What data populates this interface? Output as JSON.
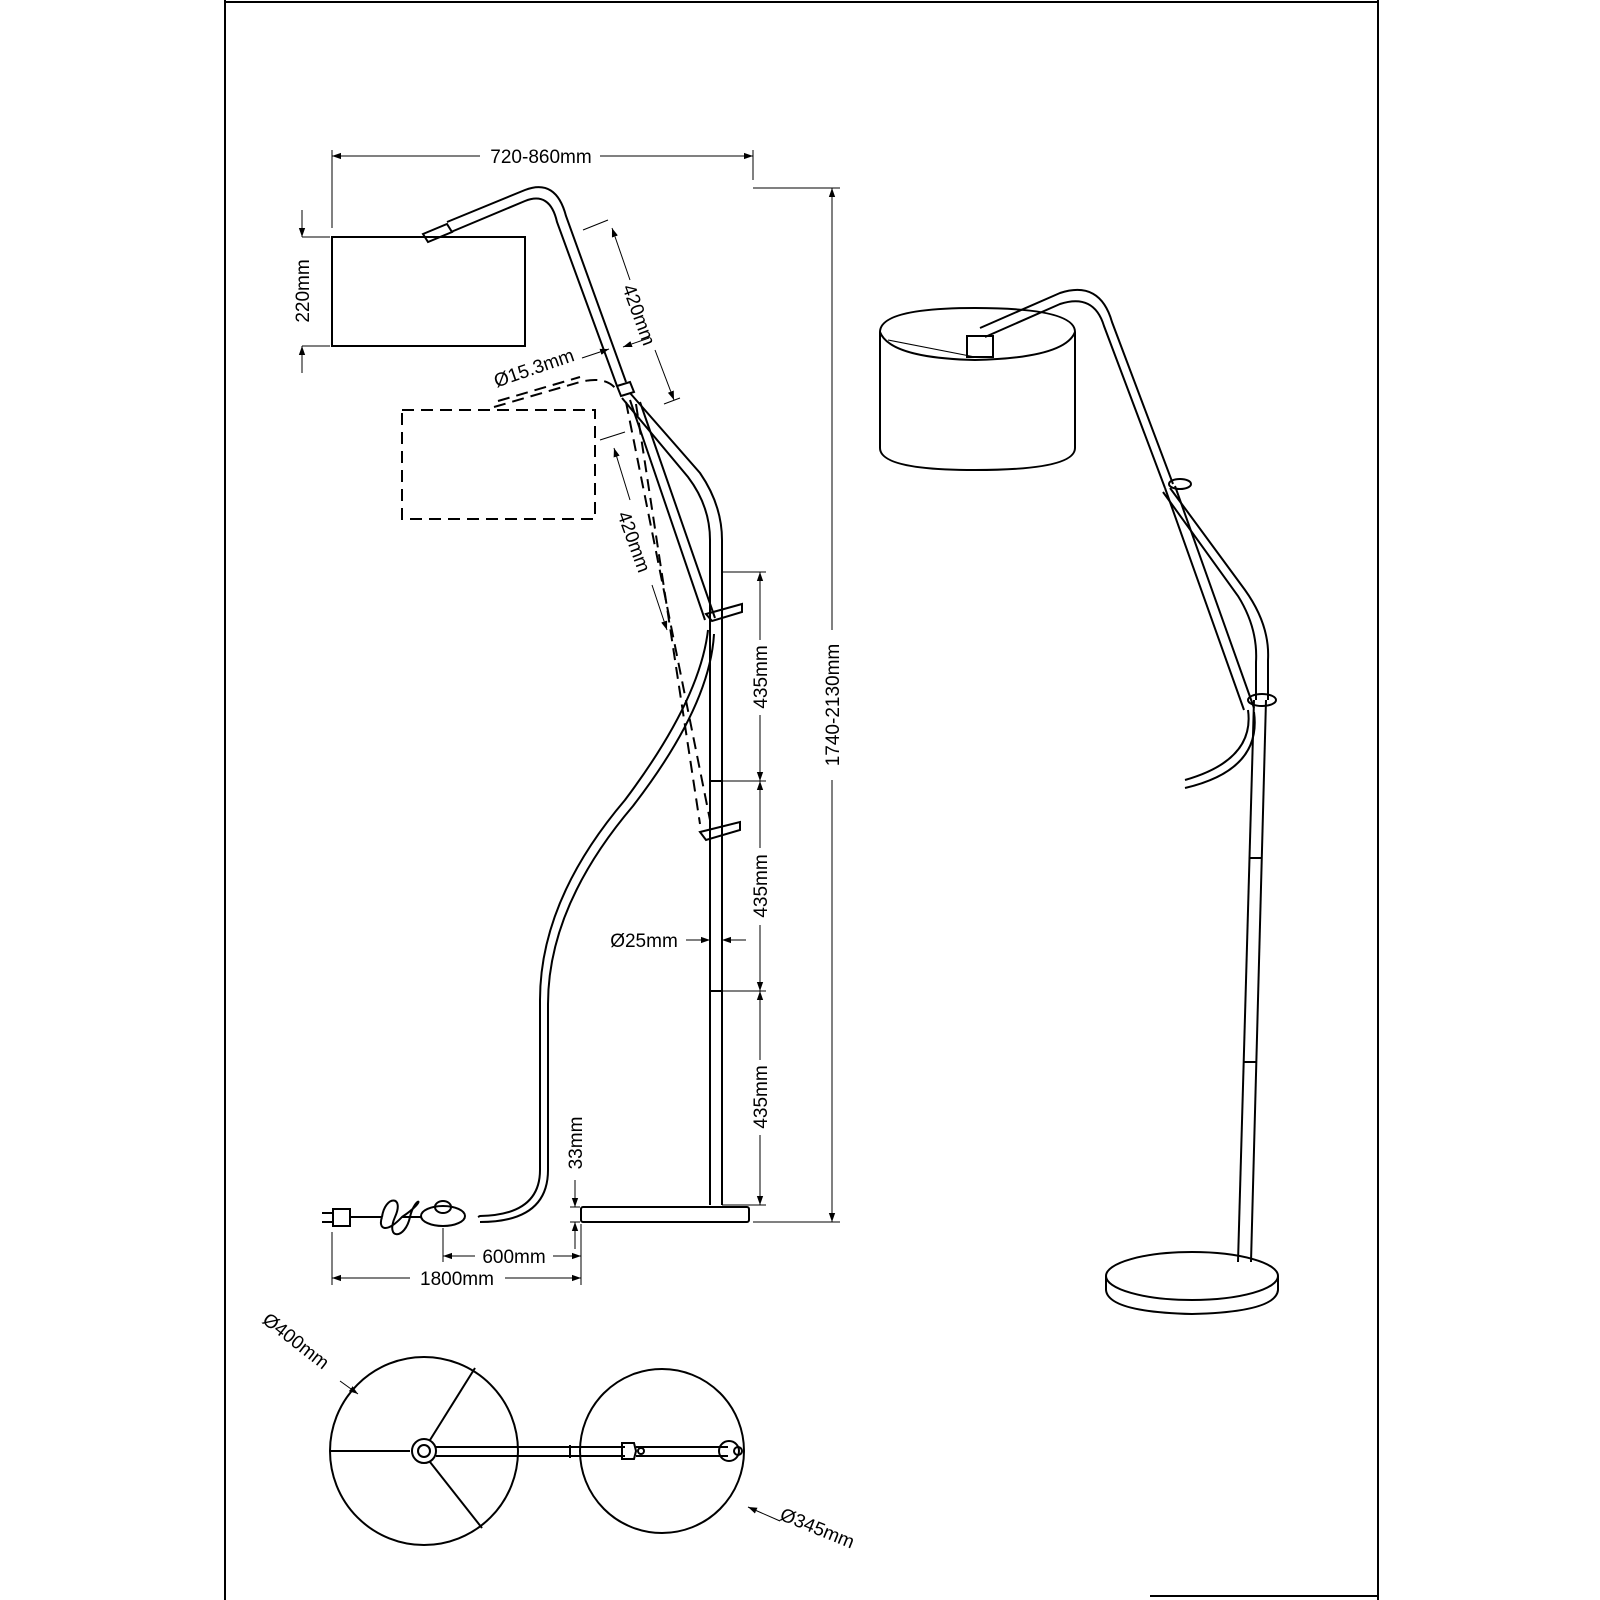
{
  "dimensions": {
    "arm_reach": "720-860mm",
    "shade_height": "220mm",
    "arm_segment_upper": "420mm",
    "arm_segment_lower": "420mm",
    "arm_diameter": "Ø15.3mm",
    "pole_segment_1": "435mm",
    "pole_segment_2": "435mm",
    "pole_segment_3": "435mm",
    "pole_diameter": "Ø25mm",
    "total_height": "1740-2130mm",
    "base_height": "33mm",
    "switch_distance": "600mm",
    "cable_length": "1800mm",
    "shade_diameter": "Ø400mm",
    "base_diameter": "Ø345mm"
  }
}
